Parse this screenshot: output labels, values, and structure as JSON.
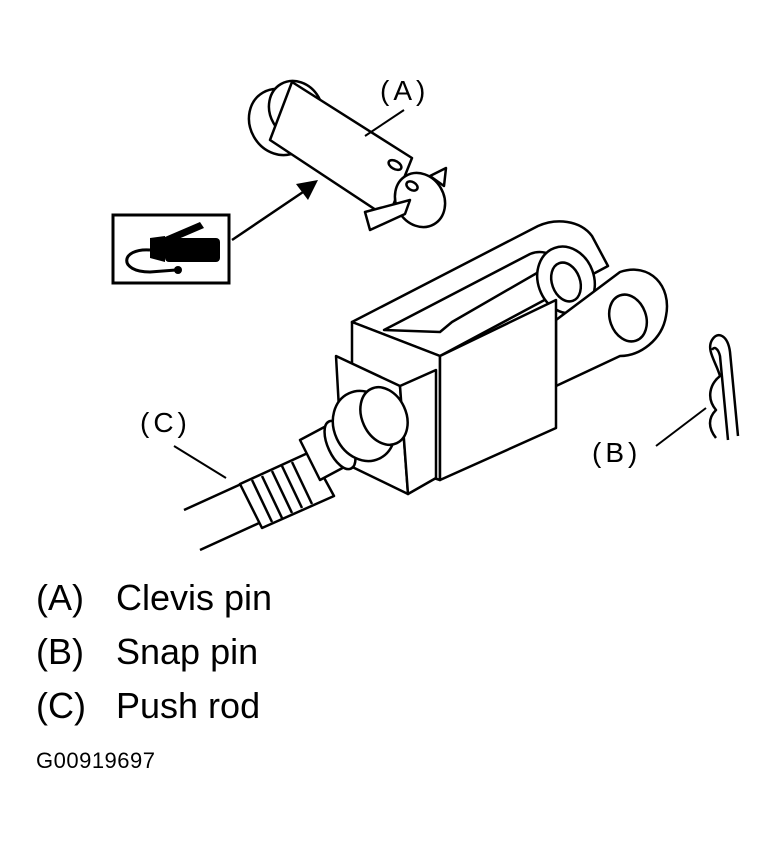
{
  "callouts": {
    "a": "(A)",
    "b": "(B)",
    "c": "(C)"
  },
  "legend": [
    {
      "key": "(A)",
      "text": "Clevis pin"
    },
    {
      "key": "(B)",
      "text": "Snap pin"
    },
    {
      "key": "(C)",
      "text": "Push rod"
    }
  ],
  "figure_id": "G00919697",
  "icons": {
    "grease": "grease-gun-icon"
  },
  "colors": {
    "ink": "#000000",
    "paper": "#ffffff"
  }
}
